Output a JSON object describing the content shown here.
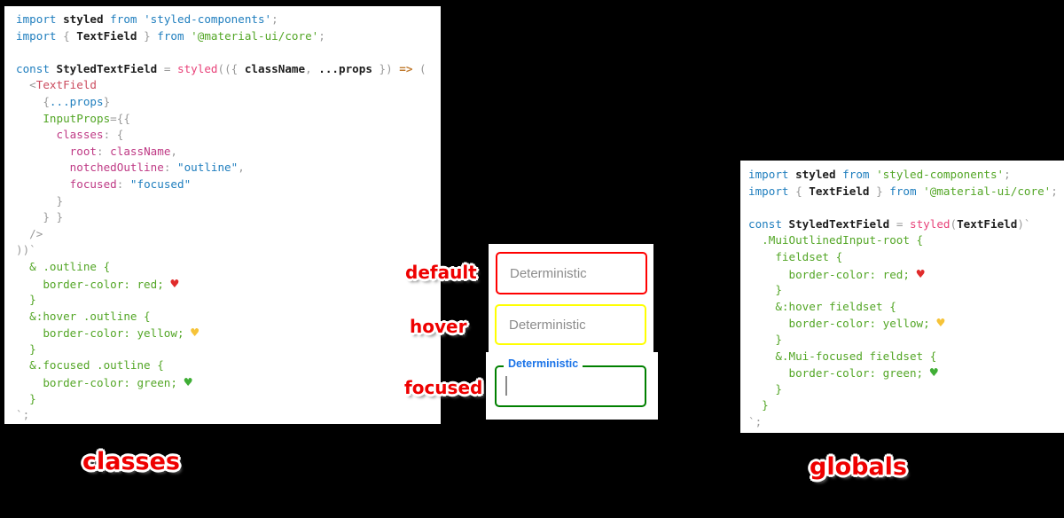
{
  "colors": {
    "background": "#000000",
    "panel_bg": "#ffffff",
    "keyword_blue": "#1f7ebe",
    "string_blue": "#1f7ebe",
    "string_green": "#53a626",
    "css_green": "#53a626",
    "function_pink": "#e8437a",
    "jsx_tag_crimson": "#cb4b5e",
    "object_key_magenta": "#bf3a85",
    "punctuation_gray": "#9a9a9a",
    "arrow_orange": "#c07a2e",
    "identifier_black": "#1d1d1d",
    "annotation_red": "#ee0000",
    "field_default_border": "#ff0000",
    "field_hover_border": "#ffff00",
    "field_focused_border": "#008000",
    "focused_label_blue": "#1a73e8",
    "placeholder_gray": "#8c8c8c",
    "heart_red": "#e02b2b",
    "heart_yellow": "#f6c338",
    "heart_green": "#3fae35"
  },
  "annotations": {
    "default_label": "default",
    "hover_label": "hover",
    "focused_label": "focused",
    "left_caption": "classes",
    "right_caption": "globals"
  },
  "textfields": {
    "default": {
      "state": "default",
      "placeholder": "Deterministic",
      "border_color": "red"
    },
    "hover": {
      "state": "hover",
      "placeholder": "Deterministic",
      "border_color": "yellow"
    },
    "focused": {
      "state": "focused",
      "label": "Deterministic",
      "value": "",
      "border_color": "green"
    }
  },
  "code_left": {
    "lines": [
      [
        [
          "kw",
          "import"
        ],
        [
          "id",
          " styled"
        ],
        [
          "kw",
          " from"
        ],
        [
          "strb",
          " 'styled-components'"
        ],
        [
          "pun",
          ";"
        ]
      ],
      [
        [
          "kw",
          "import"
        ],
        [
          "pun",
          " {"
        ],
        [
          "id",
          " TextField"
        ],
        [
          "pun",
          " }"
        ],
        [
          "kw",
          " from"
        ],
        [
          "strg",
          " '@material-ui/core'"
        ],
        [
          "pun",
          ";"
        ]
      ],
      [],
      [
        [
          "kw",
          "const"
        ],
        [
          "id",
          " StyledTextField"
        ],
        [
          "pun",
          " = "
        ],
        [
          "pink",
          "styled"
        ],
        [
          "pun",
          "(({ "
        ],
        [
          "id",
          "className"
        ],
        [
          "pun",
          ", "
        ],
        [
          "id",
          "...props"
        ],
        [
          "pun",
          " }) "
        ],
        [
          "arrow",
          "=>"
        ],
        [
          "pun",
          " ("
        ]
      ],
      [
        [
          "pun",
          "  <"
        ],
        [
          "tag",
          "TextField"
        ]
      ],
      [
        [
          "pun",
          "    {"
        ],
        [
          "blue",
          "...props"
        ],
        [
          "pun",
          "}"
        ]
      ],
      [
        [
          "green",
          "    InputProps"
        ],
        [
          "pun",
          "={{"
        ]
      ],
      [
        [
          "key",
          "      classes"
        ],
        [
          "pun",
          ": {"
        ]
      ],
      [
        [
          "key",
          "        root"
        ],
        [
          "pun",
          ": "
        ],
        [
          "key",
          "className"
        ],
        [
          "pun",
          ","
        ]
      ],
      [
        [
          "key",
          "        notchedOutline"
        ],
        [
          "pun",
          ": "
        ],
        [
          "strb",
          "\"outline\""
        ],
        [
          "pun",
          ","
        ]
      ],
      [
        [
          "key",
          "        focused"
        ],
        [
          "pun",
          ": "
        ],
        [
          "strb",
          "\"focused\""
        ]
      ],
      [
        [
          "pun",
          "      }"
        ]
      ],
      [
        [
          "pun",
          "    } }"
        ]
      ],
      [
        [
          "pun",
          "  />"
        ]
      ],
      [
        [
          "pun",
          "))`"
        ]
      ],
      [
        [
          "green",
          "  & .outline {"
        ]
      ],
      [
        [
          "green",
          "    border-color: red; "
        ],
        [
          "hred",
          "♥"
        ]
      ],
      [
        [
          "green",
          "  }"
        ]
      ],
      [
        [
          "green",
          "  &:hover .outline {"
        ]
      ],
      [
        [
          "green",
          "    border-color: yellow; "
        ],
        [
          "hyel",
          "♥"
        ]
      ],
      [
        [
          "green",
          "  }"
        ]
      ],
      [
        [
          "green",
          "  &.focused .outline {"
        ]
      ],
      [
        [
          "green",
          "    border-color: green; "
        ],
        [
          "hgrn",
          "♥"
        ]
      ],
      [
        [
          "green",
          "  }"
        ]
      ],
      [
        [
          "pun",
          "`;"
        ]
      ]
    ]
  },
  "code_right": {
    "lines": [
      [
        [
          "kw",
          "import"
        ],
        [
          "id",
          " styled"
        ],
        [
          "kw",
          " from"
        ],
        [
          "strg",
          " 'styled-components'"
        ],
        [
          "pun",
          ";"
        ]
      ],
      [
        [
          "kw",
          "import"
        ],
        [
          "pun",
          " {"
        ],
        [
          "id",
          " TextField"
        ],
        [
          "pun",
          " }"
        ],
        [
          "kw",
          " from"
        ],
        [
          "strg",
          " '@material-ui/core'"
        ],
        [
          "pun",
          ";"
        ]
      ],
      [],
      [
        [
          "kw",
          "const"
        ],
        [
          "id",
          " StyledTextField"
        ],
        [
          "pun",
          " = "
        ],
        [
          "pink",
          "styled"
        ],
        [
          "pun",
          "("
        ],
        [
          "id",
          "TextField"
        ],
        [
          "pun",
          ")`"
        ]
      ],
      [
        [
          "green",
          "  .MuiOutlinedInput-root {"
        ]
      ],
      [
        [
          "green",
          "    fieldset {"
        ]
      ],
      [
        [
          "green",
          "      border-color: red; "
        ],
        [
          "hred",
          "♥"
        ]
      ],
      [
        [
          "green",
          "    }"
        ]
      ],
      [
        [
          "green",
          "    &:hover fieldset {"
        ]
      ],
      [
        [
          "green",
          "      border-color: yellow; "
        ],
        [
          "hyel",
          "♥"
        ]
      ],
      [
        [
          "green",
          "    }"
        ]
      ],
      [
        [
          "green",
          "    &.Mui-focused fieldset {"
        ]
      ],
      [
        [
          "green",
          "      border-color: green; "
        ],
        [
          "hgrn",
          "♥"
        ]
      ],
      [
        [
          "green",
          "    }"
        ]
      ],
      [
        [
          "green",
          "  }"
        ]
      ],
      [
        [
          "pun",
          "`;"
        ]
      ]
    ]
  }
}
